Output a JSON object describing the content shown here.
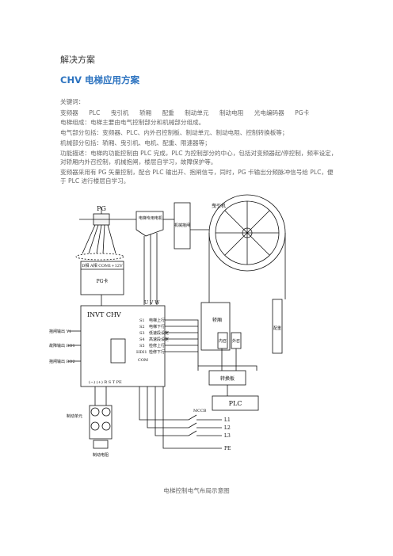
{
  "heading": "解决方案",
  "title": "CHV 电梯应用方案",
  "keywords_label": "关键词：",
  "keywords": [
    "变频器",
    "PLC",
    "曳引机",
    "轿厢",
    "配重",
    "制动单元",
    "制动电阻",
    "光电编码器",
    "PG卡"
  ],
  "paragraphs": [
    "电梯组成：电梯主要由电气控制部分和机械部分组成。",
    "电气部分包括：变频器、PLC、内外召控制板、制动单元、制动电阻、控制转换板等；",
    "机械部分包括：轿厢、曳引机、电机、配重、限速器等；",
    "功能描述：电梯的功能控制由 PLC 完成，PLC 为控制部分的中心，包括对变频器起/停控制，频率设定，对轿厢内外召控制，机械抱闸，楼层自学习，故障保护等。",
    "变频器采用有 PG 矢量控制，配合 PLC 输出开、抱闸信号，同时，PG 卡输出分频脉冲信号给 PLC，便于 PLC 进行楼层自学习。"
  ],
  "diagram": {
    "pg_label": "PG",
    "motor_box": "电梯专用电机",
    "mech_brake": "机械抱闸",
    "traction": "曳引机",
    "pg_card_terminals": "D相  A相  COM1+12V",
    "pg_card": "PG卡",
    "inverter_name": "INVT CHV",
    "uvw": "U  V  W",
    "left_labels": [
      "抱闸输出 Y1",
      "故障输出 RO1",
      "抱闸输出 RO2"
    ],
    "right_terminals": [
      "S1",
      "S2",
      "S3",
      "S4",
      "S5",
      "HDI1",
      "COM"
    ],
    "right_labels": [
      "电梯上行",
      "电梯下行",
      "低速段设定",
      "高速段设定",
      "检修上行",
      "检修下行"
    ],
    "bottom_terminals": "(−)  (+)          R   S   T  PE",
    "brake_unit": "制动单元",
    "brake_resistor": "制动电阻",
    "car": "轿厢",
    "inner_call": "内召",
    "outer_call": "外召",
    "counterweight": "配重",
    "converter_board": "转换板",
    "plc": "PLC",
    "breaker": "MCCB",
    "power_lines": [
      "L1",
      "L2",
      "L3",
      "PE"
    ]
  },
  "caption": "电梯控制电气布局示意图"
}
